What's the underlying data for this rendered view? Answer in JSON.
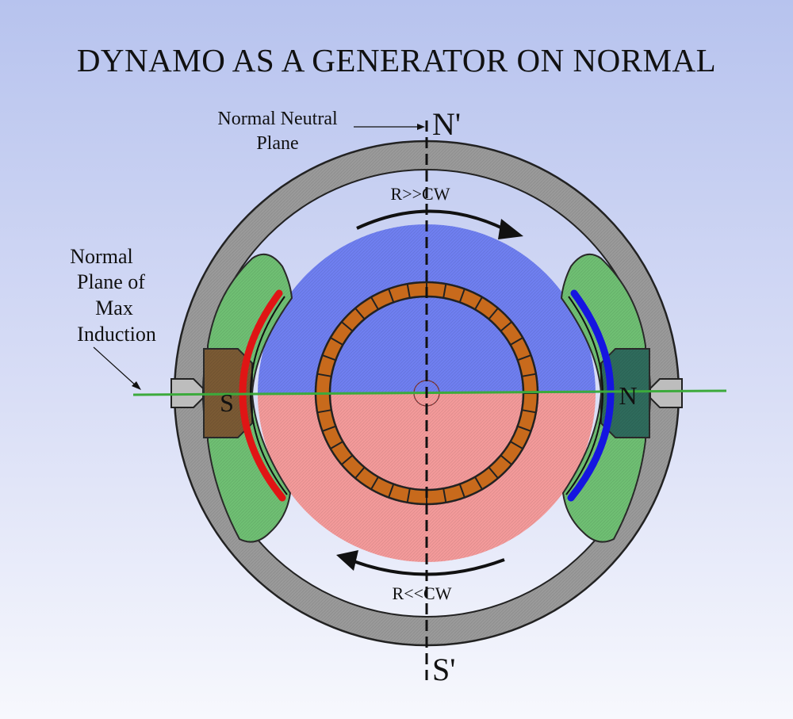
{
  "title": "DYNAMO AS A GENERATOR ON NORMAL",
  "labels": {
    "neutral_plane": [
      "Normal Neutral",
      "Plane"
    ],
    "max_induction_plane": [
      "Normal",
      "Plane of",
      "Max",
      "Induction"
    ],
    "top_pole_marker": "N'",
    "bottom_pole_marker": "S'",
    "rotation_top": "R>>CW",
    "rotation_bottom": "R<<CW",
    "left_pole": "S",
    "right_pole": "N"
  },
  "colors": {
    "frame": "#9a9a9a",
    "pole_shoe": "#6fbf73",
    "pole_core_left": "#7a5a34",
    "pole_core_right": "#2f6b5c",
    "armature_top": "#6f7ff0",
    "armature_bottom": "#f39a9a",
    "commutator": "#c86a1c",
    "max_induction_line": "#3caa3c",
    "south_winding": "#e01515",
    "north_winding": "#1515e0"
  }
}
